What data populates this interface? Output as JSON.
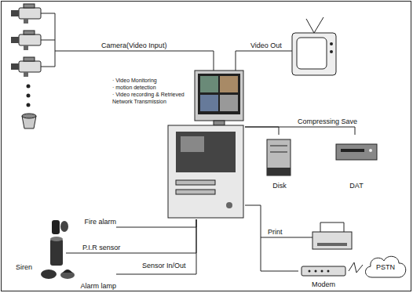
{
  "diagram": {
    "nodes": [
      {
        "text": [
          "· Video Monitoring",
          "· motion detection",
          "· Video recording & Retrieved Network Transmission"
        ]
      },
      {
        "text": [
          "Disk"
        ]
      },
      {
        "text": [
          "DAT"
        ]
      },
      {
        "text": [
          "Fire alarm"
        ]
      },
      {
        "text": [
          "Siren"
        ]
      },
      {
        "text": [
          "Alarm lamp"
        ]
      },
      {
        "text": [
          "Modem"
        ]
      },
      {
        "text": [
          "PSTN"
        ]
      }
    ],
    "edges": [
      {
        "from": 0,
        "to": 1,
        "arrow": "none"
      },
      {
        "from": 0,
        "to": 2,
        "arrow": "none"
      },
      {
        "from": 3,
        "to": 0,
        "arrow": "none"
      },
      {
        "from": 4,
        "to": 0,
        "label": "P.I.R sensor",
        "arrow": "none"
      },
      {
        "from": 5,
        "to": 0,
        "arrow": "none"
      },
      {
        "from": 0,
        "to": 6,
        "arrow": "none"
      },
      {
        "from": 6,
        "to": 7,
        "arrow": "none"
      }
    ],
    "labels": [
      "Camera(Video Input)",
      "Video Out",
      "Compressing Save",
      "Print",
      "Sensor In/Out"
    ]
  }
}
